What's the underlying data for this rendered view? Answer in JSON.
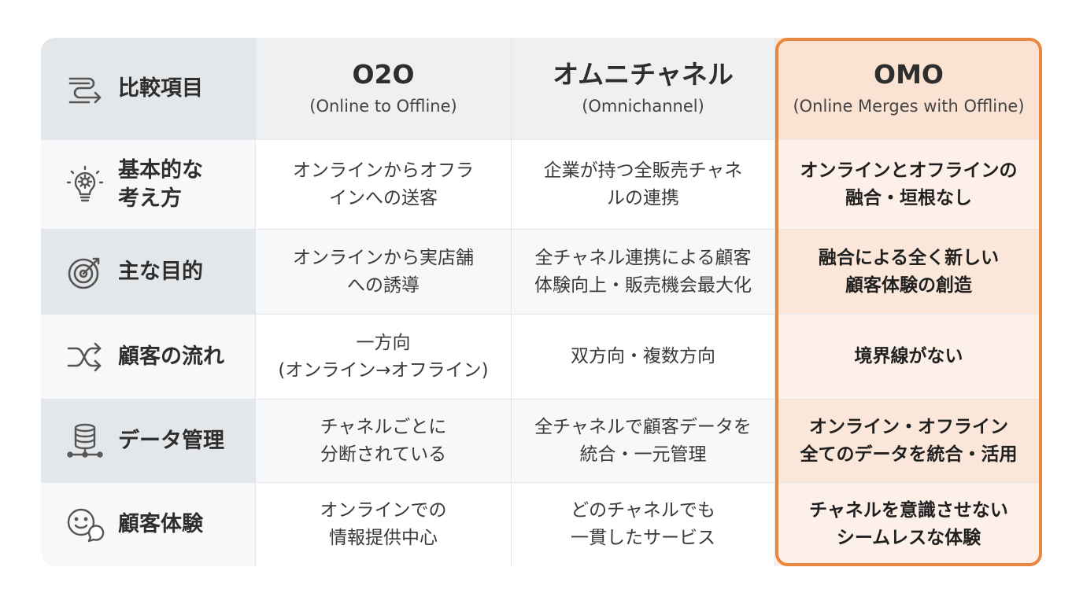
{
  "colors": {
    "accent": "#e8873f",
    "omo_background": "#fbe7da",
    "label_background": "#e4e7ea"
  },
  "header": {
    "label": "比較項目",
    "label_icon": "route-arrows-icon",
    "columns": [
      {
        "title": "O2O",
        "subtitle": "(Online to Offline)"
      },
      {
        "title": "オムニチャネル",
        "subtitle": "(Omnichannel)"
      },
      {
        "title": "OMO",
        "subtitle": "(Online Merges with Offline)"
      }
    ]
  },
  "rows": [
    {
      "label": "基本的な\n考え方",
      "icon": "lightbulb-gear-icon",
      "values": [
        "オンラインからオフラ\nインへの送客",
        "企業が持つ全販売チャネ\nルの連携",
        "オンラインとオフラインの\n融合・垣根なし"
      ]
    },
    {
      "label": "主な目的",
      "icon": "target-arrow-icon",
      "values": [
        "オンラインから実店舗\nへの誘導",
        "全チャネル連携による顧客\n体験向上・販売機会最大化",
        "融合による全く新しい\n顧客体験の創造"
      ]
    },
    {
      "label": "顧客の流れ",
      "icon": "shuffle-arrows-icon",
      "values": [
        "一方向\n(オンライン→オフライン)",
        "双方向・複数方向",
        "境界線がない"
      ]
    },
    {
      "label": "データ管理",
      "icon": "database-network-icon",
      "values": [
        "チャネルごとに\n分断されている",
        "全チャネルで顧客データを\n統合・一元管理",
        "オンライン・オフライン\n全てのデータを統合・活用"
      ]
    },
    {
      "label": "顧客体験",
      "icon": "smiley-chat-icon",
      "values": [
        "オンラインでの\n情報提供中心",
        "どのチャネルでも\n一貫したサービス",
        "チャネルを意識させない\nシームレスな体験"
      ]
    }
  ]
}
